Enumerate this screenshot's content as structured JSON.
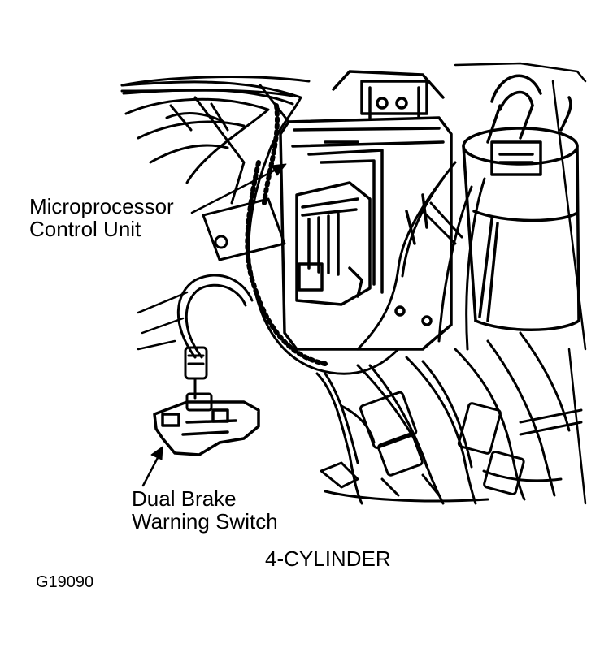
{
  "labels": {
    "microprocessor_line1": "Microprocessor",
    "microprocessor_line2": "Control Unit",
    "brake_line1": "Dual Brake",
    "brake_line2": "Warning Switch",
    "engine": "4-CYLINDER",
    "figure_code": "G19090"
  }
}
